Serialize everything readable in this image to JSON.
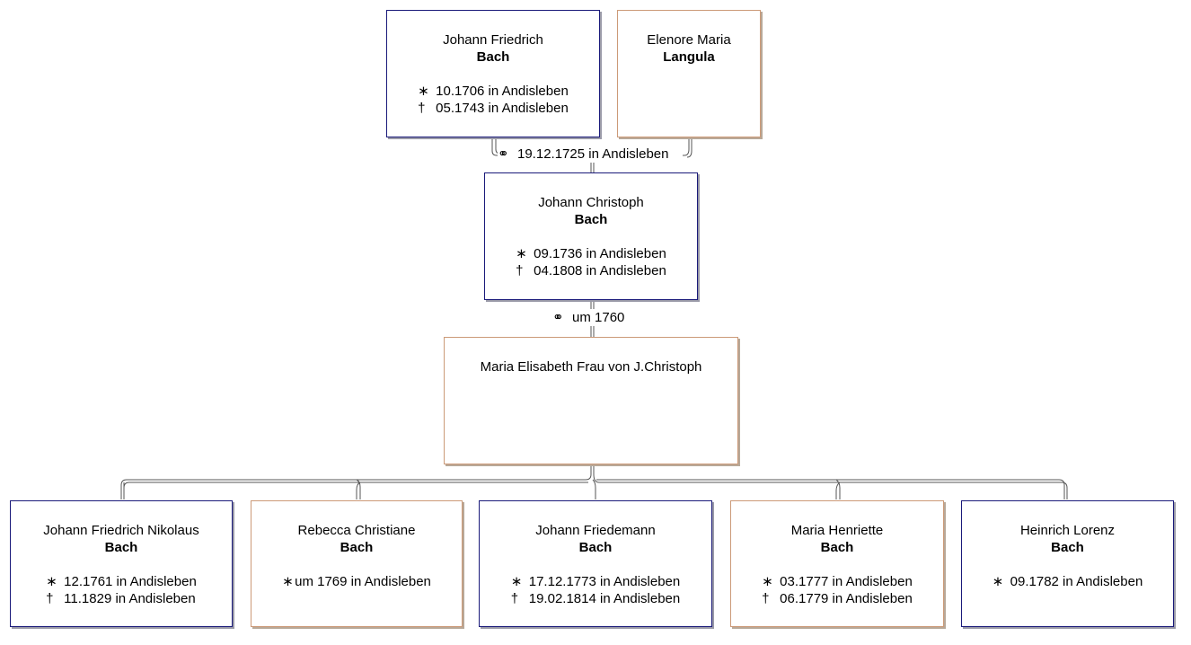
{
  "persons": {
    "p_father_of_jc": {
      "first": "Johann Friedrich",
      "last": "Bach",
      "born": "10.1706 in Andisleben",
      "died": "05.1743 in Andisleben"
    },
    "p_mother_of_jc": {
      "first": "Elenore Maria",
      "last": "Langula"
    },
    "p_jc": {
      "first": "Johann Christoph",
      "last": "Bach",
      "born": "09.1736 in Andisleben",
      "died": "04.1808 in Andisleben"
    },
    "p_wife": {
      "first": "Maria Elisabeth Frau von J.Christoph"
    },
    "c1": {
      "first": "Johann Friedrich Nikolaus",
      "last": "Bach",
      "born": "12.1761 in Andisleben",
      "died": "11.1829 in Andisleben"
    },
    "c2": {
      "first": "Rebecca Christiane",
      "last": "Bach",
      "born": "um 1769 in Andisleben"
    },
    "c3": {
      "first": "Johann Friedemann",
      "last": "Bach",
      "born": "17.12.1773 in Andisleben",
      "died": "19.02.1814 in Andisleben"
    },
    "c4": {
      "first": "Maria Henriette",
      "last": "Bach",
      "born": "03.1777 in Andisleben",
      "died": "06.1779 in Andisleben"
    },
    "c5": {
      "first": "Heinrich Lorenz",
      "last": "Bach",
      "born": "09.1782 in Andisleben"
    }
  },
  "marriages": {
    "m1": "19.12.1725 in Andisleben",
    "m2": "um 1760"
  },
  "symbols": {
    "born": "∗",
    "died": "†",
    "married": "⚭"
  },
  "colors": {
    "male_border": "#1a1a7a",
    "female_border": "#cc9a78",
    "line": "#444444"
  }
}
